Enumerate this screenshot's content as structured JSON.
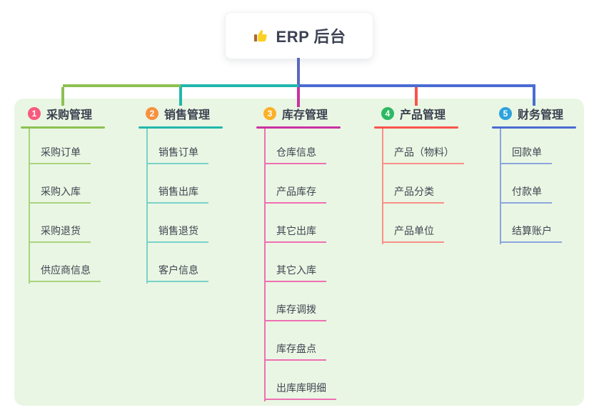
{
  "root": {
    "title": "ERP 后台",
    "icon": "thumbs-up-icon"
  },
  "colors": {
    "page_bg": "#ffffff",
    "panel_bg": "#e9f6e3",
    "root_text": "#3d4354",
    "root_connector": "#5a69bd",
    "icon_hand": "#fcd021",
    "icon_cuff": "#a96a2e"
  },
  "branches": [
    {
      "num": "1",
      "label": "采购管理",
      "badge_color": "#f65b7d",
      "line_color": "#8cc152",
      "sub_line_color": "#a9d47e",
      "children": [
        "采购订单",
        "采购入库",
        "采购退货",
        "供应商信息"
      ]
    },
    {
      "num": "2",
      "label": "销售管理",
      "badge_color": "#f8913f",
      "line_color": "#21b7ad",
      "sub_line_color": "#7ad2c9",
      "children": [
        "销售订单",
        "销售出库",
        "销售退货",
        "客户信息"
      ]
    },
    {
      "num": "3",
      "label": "库存管理",
      "badge_color": "#fbb029",
      "line_color": "#c932a2",
      "sub_line_color": "#ef6fb3",
      "children": [
        "仓库信息",
        "产品库存",
        "其它出库",
        "其它入库",
        "库存调拨",
        "库存盘点",
        "出库库明细"
      ]
    },
    {
      "num": "4",
      "label": "产品管理",
      "badge_color": "#2eb863",
      "line_color": "#f9544c",
      "sub_line_color": "#fa8f89",
      "children": [
        "产品（物料）",
        "产品分类",
        "产品单位"
      ]
    },
    {
      "num": "5",
      "label": "财务管理",
      "badge_color": "#2ea2de",
      "line_color": "#4a6cd3",
      "sub_line_color": "#8ba6dd",
      "children": [
        "回款单",
        "付款单",
        "结算账户"
      ]
    }
  ]
}
